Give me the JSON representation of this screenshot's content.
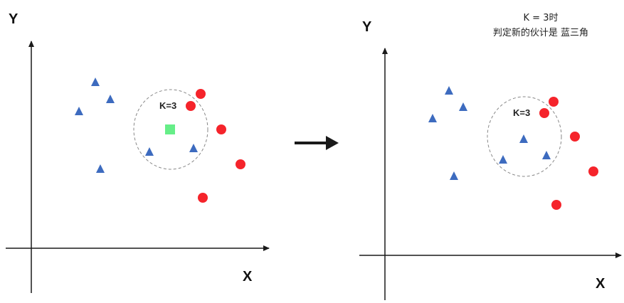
{
  "left_panel": {
    "axis_y_label": "Y",
    "axis_x_label": "X",
    "k_label": "K=3",
    "triangles": 6,
    "circles": 5,
    "has_new_point": true
  },
  "right_panel": {
    "axis_y_label": "Y",
    "axis_x_label": "X",
    "k_label": "K=3",
    "caption_line1": "K = 3时",
    "caption_line2": "判定新的伙计是 蓝三角",
    "triangles": 7,
    "circles": 5
  },
  "colors": {
    "triangle": "#3d6bbf",
    "circle": "#f5242b",
    "new_point": "#66ee88",
    "axis": "#1a1a1a",
    "circle_boundary": "#888888"
  }
}
